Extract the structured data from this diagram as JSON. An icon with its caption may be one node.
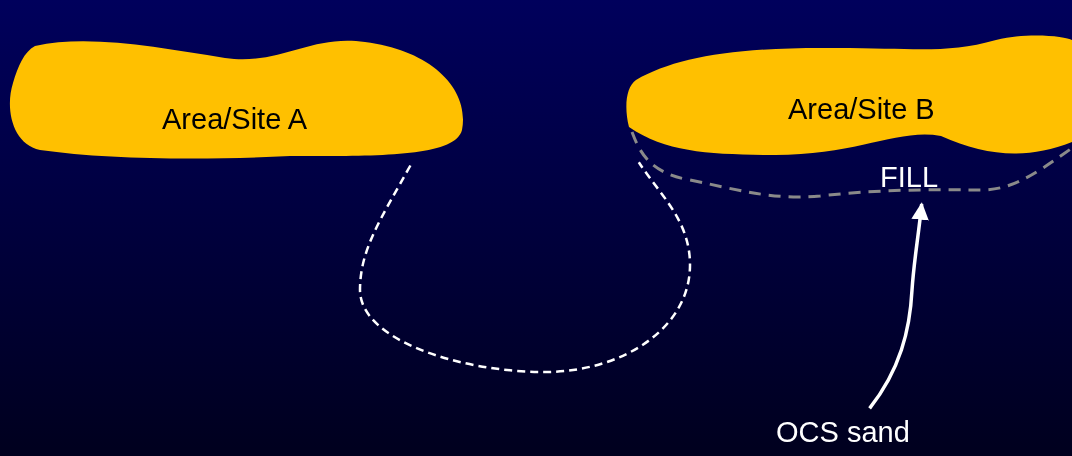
{
  "diagram": {
    "nodes": [
      {
        "text": [
          "Area/Site A"
        ]
      },
      {
        "text": [
          "Area/Site B"
        ]
      },
      {
        "text": [
          "FILL"
        ]
      },
      {
        "text": [
          "OCS sand"
        ]
      }
    ],
    "edges": [
      {
        "from": 0,
        "to": 2,
        "arrow": "none",
        "style": "dashed"
      },
      {
        "from": 3,
        "to": 2,
        "arrow": "to"
      }
    ]
  }
}
